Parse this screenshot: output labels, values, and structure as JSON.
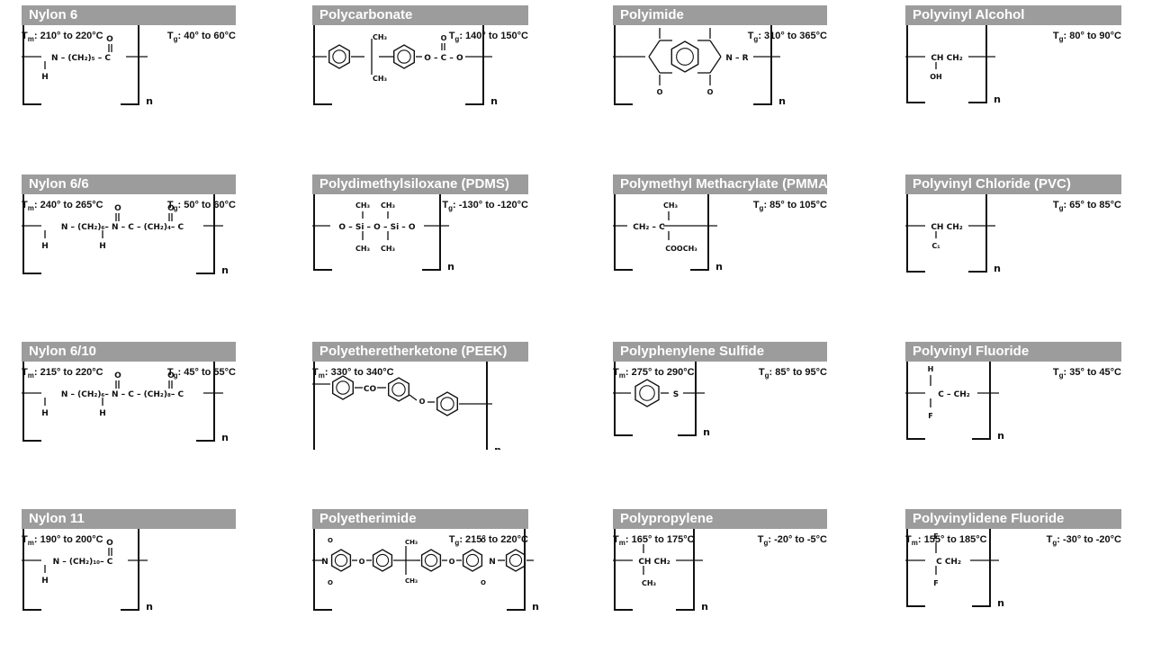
{
  "polymers": [
    {
      "name": "Nylon 6",
      "tm": "210° to 220°C",
      "tg": "40° to 60°C",
      "formula": "N – (CH₂)₅ – C"
    },
    {
      "name": "Polycarbonate",
      "tm": "",
      "tg": "140° to 150°C",
      "formula": "O – C – O"
    },
    {
      "name": "Polyimide",
      "tm": "",
      "tg": "310° to 365°C",
      "formula": "N – R"
    },
    {
      "name": "Polyvinyl Alcohol",
      "tm": "",
      "tg": "80° to 90°C",
      "formula": "CH CH₂"
    },
    {
      "name": "Nylon 6/6",
      "tm": "240° to 265°C",
      "tg": "50° to 60°C",
      "formula": "N – (CH₂)₆– N – C – (CH₂)₄– C"
    },
    {
      "name": "Polydimethylsiloxane (PDMS)",
      "tm": "",
      "tg": "-130° to -120°C",
      "formula": "O – Si – O – Si – O"
    },
    {
      "name": "Polymethyl Methacrylate (PMMA)",
      "tm": "",
      "tg": "85° to 105°C",
      "formula": "CH₂ – C"
    },
    {
      "name": "Polyvinyl Chloride (PVC)",
      "tm": "",
      "tg": "65° to 85°C",
      "formula": "CH CH₂"
    },
    {
      "name": "Nylon 6/10",
      "tm": "215° to 220°C",
      "tg": "45° to 55°C",
      "formula": "N – (CH₂)₆– N – C – (CH₂)₈– C"
    },
    {
      "name": "Polyetheretherketone (PEEK)",
      "tm": "330° to 340°C",
      "tg": "",
      "formula": "CO"
    },
    {
      "name": "Polyphenylene Sulfide",
      "tm": "275° to 290°C",
      "tg": "85° to 95°C",
      "formula": "S"
    },
    {
      "name": "Polyvinyl Fluoride",
      "tm": "",
      "tg": "35° to 45°C",
      "formula": "C – CH₂"
    },
    {
      "name": "Nylon 11",
      "tm": "190° to 200°C",
      "tg": "",
      "formula": "N – (CH₂)₁₀– C"
    },
    {
      "name": "Polyetherimide",
      "tm": "",
      "tg": "215° to 220°C",
      "formula": "N"
    },
    {
      "name": "Polypropylene",
      "tm": "165° to 175°C",
      "tg": "-20° to -5°C",
      "formula": "CH CH₂"
    },
    {
      "name": "Polyvinylidene Fluoride",
      "tm": "155° to 185°C",
      "tg": "-30° to -20°C",
      "formula": "C CH₂"
    }
  ],
  "symbols": {
    "tm_prefix": "T",
    "tm_sub": "m",
    "tg_prefix": "T",
    "tg_sub": "g",
    "colon": ": ",
    "repeat": "n",
    "o": "O",
    "h": "H",
    "ch3": "CH₃",
    "oh": "OH",
    "cl": "C₁",
    "f": "F",
    "cooch3": "COOCH₃",
    "o_ring": "O"
  }
}
